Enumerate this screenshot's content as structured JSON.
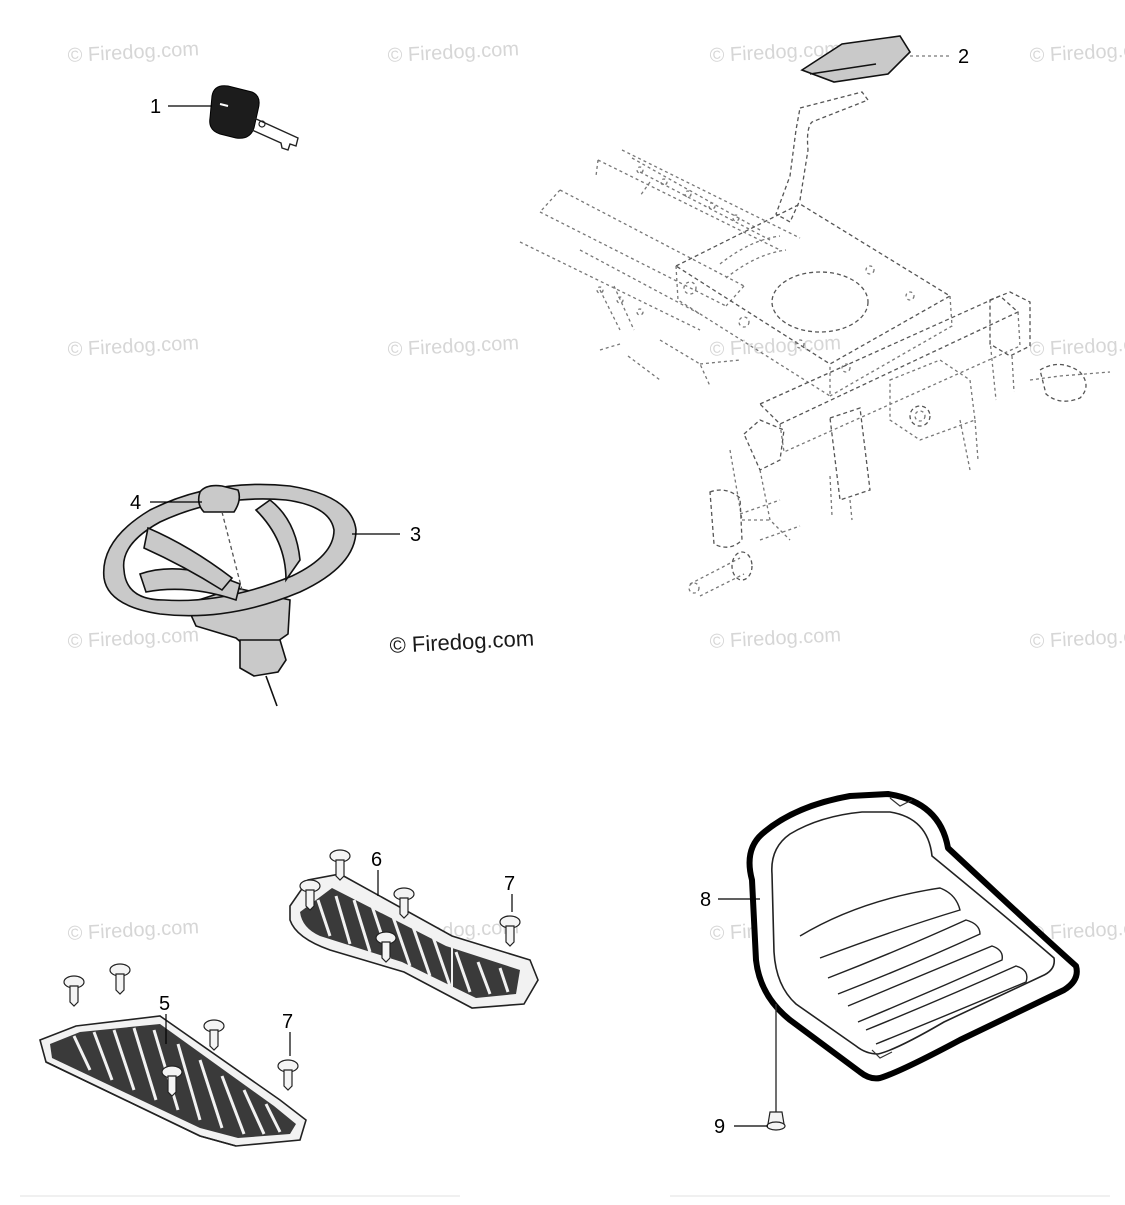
{
  "watermarks": {
    "text": "© Firedog.com",
    "center": "© Firedog.com"
  },
  "callouts": [
    "1",
    "2",
    "3",
    "4",
    "5",
    "6",
    "7",
    "7",
    "8",
    "9"
  ],
  "parts": [
    {
      "icon": "ignition-key-icon"
    },
    {
      "icon": "brake-pedal-pad-icon"
    },
    {
      "icon": "steering-wheel-icon"
    },
    {
      "icon": "steering-cap-icon"
    },
    {
      "icon": "left-footrest-mat-icon"
    },
    {
      "icon": "right-footrest-mat-icon"
    },
    {
      "icon": "push-rivet-icon"
    },
    {
      "icon": "seat-icon"
    },
    {
      "icon": "seat-bolt-icon"
    }
  ],
  "colors": {
    "line": "#000000",
    "stipple": "#c9c9c9",
    "watermark": "#d6d6d6",
    "background": "#ffffff"
  }
}
